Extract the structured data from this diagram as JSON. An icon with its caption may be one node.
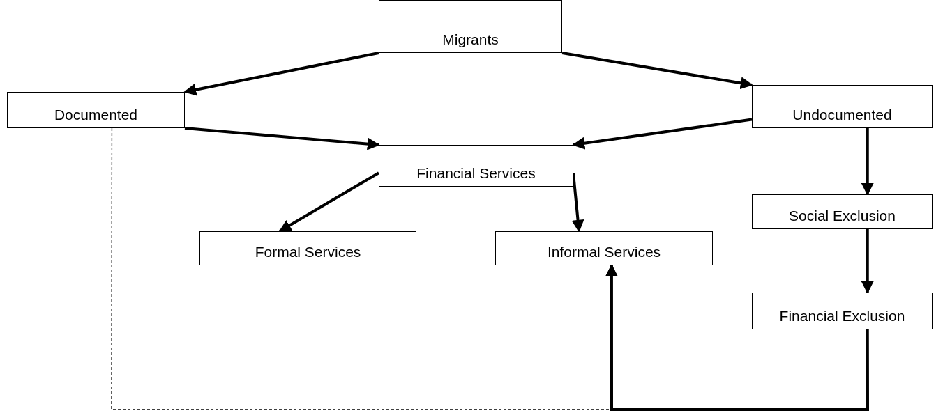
{
  "diagram": {
    "nodes": [
      {
        "text": [
          "Migrants"
        ]
      },
      {
        "text": [
          "Documented"
        ]
      },
      {
        "text": [
          "Undocumented"
        ]
      },
      {
        "text": [
          "Financial Services"
        ]
      },
      {
        "text": [
          "Formal Services"
        ]
      },
      {
        "text": [
          "Informal Services"
        ]
      },
      {
        "text": [
          "Social Exclusion"
        ]
      },
      {
        "text": [
          "Financial Exclusion"
        ]
      }
    ],
    "edges": [
      {
        "from": 0,
        "to": 1,
        "arrow": "to"
      },
      {
        "from": 0,
        "to": 2,
        "arrow": "to"
      },
      {
        "from": 1,
        "to": 3,
        "arrow": "to"
      },
      {
        "from": 2,
        "to": 3,
        "arrow": "to"
      },
      {
        "from": 3,
        "to": 4,
        "arrow": "to"
      },
      {
        "from": 3,
        "to": 5,
        "arrow": "to"
      },
      {
        "from": 2,
        "to": 6,
        "arrow": "to"
      },
      {
        "from": 6,
        "to": 7,
        "arrow": "to"
      },
      {
        "from": 7,
        "to": 5,
        "arrow": "to"
      },
      {
        "from": 1,
        "to": 5,
        "arrow": "to",
        "style": "dashed"
      }
    ]
  }
}
